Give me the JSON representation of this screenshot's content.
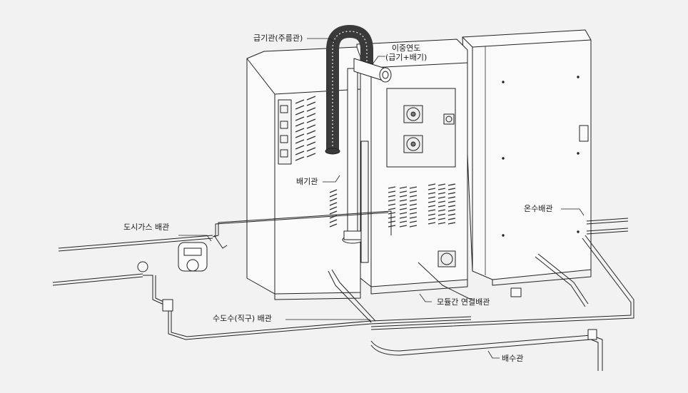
{
  "labels": {
    "intake_pipe": "급기관(주름관)",
    "double_flue_line1": "이중연도",
    "double_flue_line2": "(급기+배기)",
    "exhaust_pipe": "배기관",
    "gas_pipe": "도시가스 배관",
    "water_pipe": "수도수(직구) 배관",
    "hot_water_pipe": "온수배관",
    "module_connection": "모듈간 연결배관",
    "drain_pipe": "배수관"
  },
  "colors": {
    "background": "#f2f2f2",
    "line": "#222222",
    "panel": "#fafafa",
    "flex_duct": "#3a3a3a"
  }
}
